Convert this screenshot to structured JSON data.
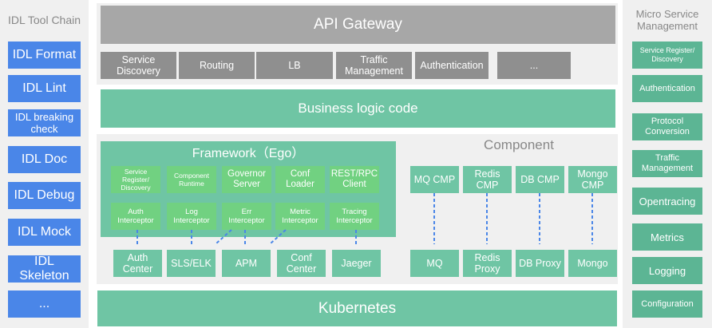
{
  "idl_toolchain": {
    "title": "IDL Tool Chain",
    "items": [
      "IDL Format",
      "IDL Lint",
      "IDL breaking check",
      "IDL Doc",
      "IDL Debug",
      "IDL Mock",
      "IDL Skeleton",
      "..."
    ]
  },
  "api_gateway": {
    "title": "API Gateway",
    "items": [
      "Service Discovery",
      "Routing",
      "LB",
      "Traffic Management",
      "Authentication",
      "..."
    ]
  },
  "business_logic": {
    "label": "Business logic code"
  },
  "framework": {
    "title": "Framework（Ego）",
    "row1": [
      "Service Register/ Discovery",
      "Component Runtime",
      "Governor Server",
      "Conf Loader",
      "REST/RPC Client"
    ],
    "row2": [
      "Auth Interceptor",
      "Log Interceptor",
      "Err Interceptor",
      "Metric Interceptor",
      "Tracing Interceptor"
    ]
  },
  "component": {
    "title": "Component",
    "cmps": [
      "MQ CMP",
      "Redis CMP",
      "DB CMP",
      "Mongo CMP"
    ]
  },
  "infra": {
    "left": [
      "Auth Center",
      "SLS/ELK",
      "APM",
      "Conf Center",
      "Jaeger"
    ],
    "right": [
      "MQ",
      "Redis Proxy",
      "DB Proxy",
      "Mongo"
    ]
  },
  "kubernetes": {
    "label": "Kubernetes"
  },
  "micro_service": {
    "title": "Micro Service Management",
    "items": [
      "Service Register/ Discovery",
      "Authentication",
      "Protocol Conversion",
      "Traffic Management",
      "Opentracing",
      "Metrics",
      "Logging",
      "Configuration"
    ]
  },
  "colors": {
    "blue": "#4a86e8",
    "teal": "#6fc5a4",
    "green": "#71d181",
    "gray": "#a7a7a7",
    "connector": "#4a86e8"
  }
}
